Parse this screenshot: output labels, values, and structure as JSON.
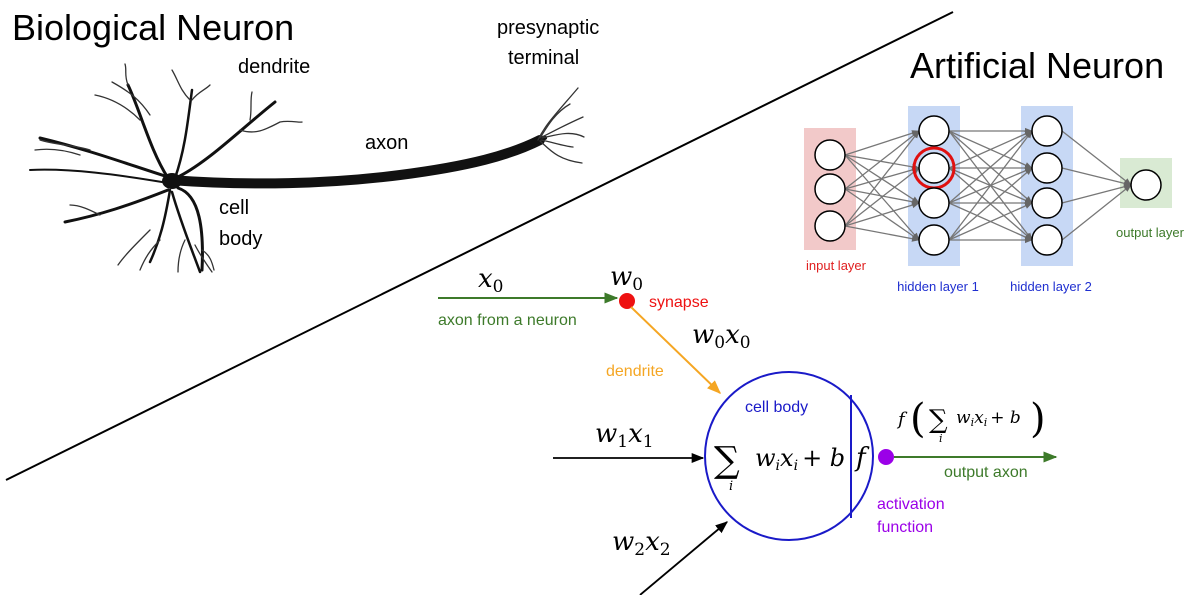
{
  "biological": {
    "title": "Biological Neuron",
    "labels": {
      "dendrite": "dendrite",
      "axon": "axon",
      "cell_body_line1": "cell",
      "cell_body_line2": "body",
      "presynaptic_line1": "presynaptic",
      "presynaptic_line2": "terminal"
    }
  },
  "artificial": {
    "title": "Artificial Neuron",
    "network": {
      "layers": [
        {
          "name": "input layer",
          "nodes": 3,
          "color": "#f2c9c9",
          "label_color": "#e02020"
        },
        {
          "name": "hidden layer 1",
          "nodes": 4,
          "color": "#c7d8f5",
          "label_color": "#1f2fd0"
        },
        {
          "name": "hidden layer 2",
          "nodes": 4,
          "color": "#c7d8f5",
          "label_color": "#1f2fd0"
        },
        {
          "name": "output layer",
          "nodes": 1,
          "color": "#d9ead3",
          "label_color": "#3d7a2a"
        }
      ],
      "highlighted_node": {
        "layer": 1,
        "index": 1,
        "color": "#e01010"
      }
    }
  },
  "model": {
    "x0": "x",
    "x0_sub": "0",
    "w0": "w",
    "w0_sub": "0",
    "w0x0_w": "w",
    "w0x0_wsub": "0",
    "w0x0_x": "x",
    "w0x0_xsub": "0",
    "w1x1_w": "w",
    "w1x1_wsub": "1",
    "w1x1_x": "x",
    "w1x1_xsub": "1",
    "w2x2_w": "w",
    "w2x2_wsub": "2",
    "w2x2_x": "x",
    "w2x2_xsub": "2",
    "synapse": "synapse",
    "axon_from_neuron": "axon from a neuron",
    "dendrite": "dendrite",
    "cell_body": "cell body",
    "sum_symbol": "∑",
    "sum_index": "i",
    "sum_w": "w",
    "sum_x": "x",
    "sum_sub": "i",
    "sum_plus_b": "+ b",
    "f": "f",
    "output_f": "f",
    "output_open": "(",
    "output_close": ")",
    "output_axon": "output axon",
    "activation_line1": "activation",
    "activation_line2": "function",
    "colors": {
      "axon_in": "#3d7a2a",
      "synapse": "#ee1111",
      "dendrite": "#f5a623",
      "cell_body": "#1a1ac8",
      "activation": "#9b00e8",
      "output_axon": "#3d7a2a",
      "input_arrow": "#000000"
    }
  }
}
